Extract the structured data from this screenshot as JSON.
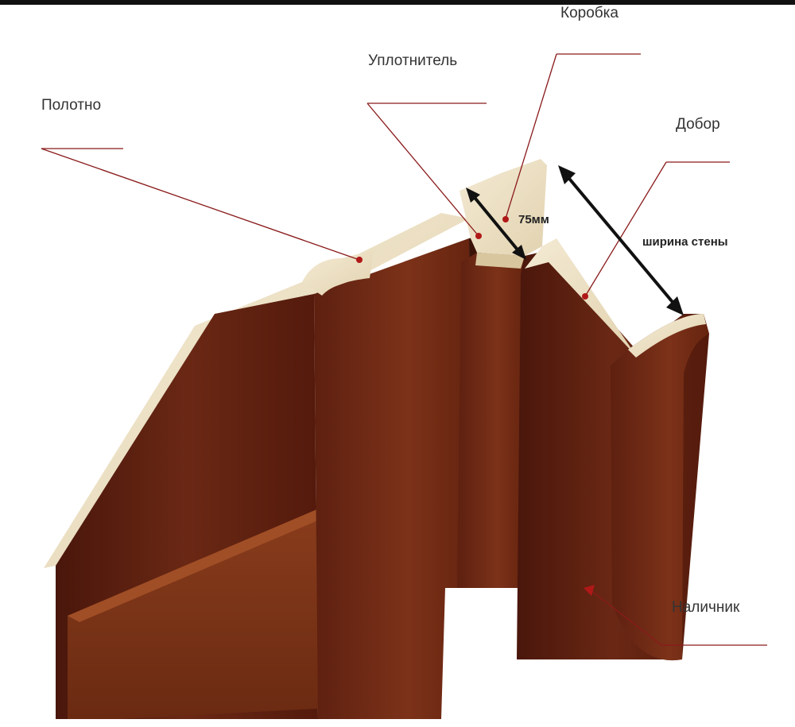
{
  "labels": {
    "canvas": "Полотно",
    "seal": "Уплотнитель",
    "frame": "Коробка",
    "extension": "Добор",
    "casing": "Наличник"
  },
  "dimensions": {
    "frame_depth": "75мм",
    "wall_width": "ширина стены"
  },
  "colors": {
    "wood_dark": "#5a1e0f",
    "wood_mid": "#7a3018",
    "edge_cream": "#efe3c8",
    "leader_line": "#8a1a1a",
    "marker": "#b01818"
  }
}
